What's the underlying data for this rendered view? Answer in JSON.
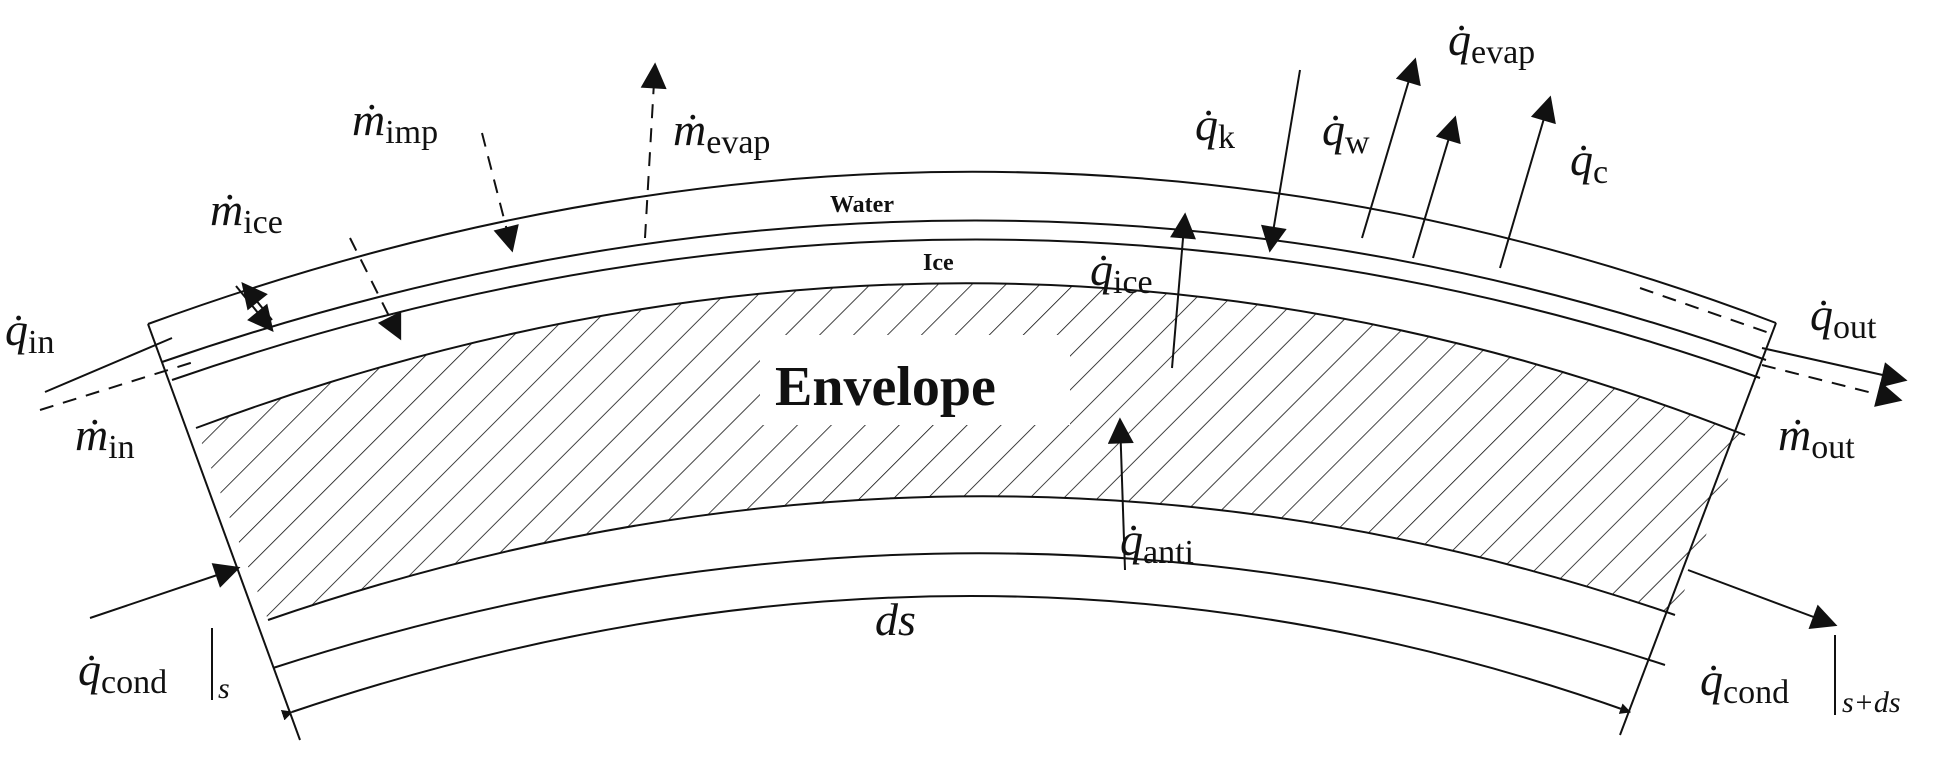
{
  "layers": {
    "water": "Water",
    "ice": "Ice",
    "envelope": "Envelope"
  },
  "dimension": {
    "label": "ds"
  },
  "fluxes": [
    {
      "id": "m-ice",
      "symbol": "ṁ",
      "sub": "ice"
    },
    {
      "id": "m-imp",
      "symbol": "ṁ",
      "sub": "imp"
    },
    {
      "id": "m-evap",
      "symbol": "ṁ",
      "sub": "evap"
    },
    {
      "id": "q-k",
      "symbol": "q̇",
      "sub": "k"
    },
    {
      "id": "q-w",
      "symbol": "q̇",
      "sub": "w"
    },
    {
      "id": "q-evap",
      "symbol": "q̇",
      "sub": "evap"
    },
    {
      "id": "q-c",
      "symbol": "q̇",
      "sub": "c"
    },
    {
      "id": "q-in",
      "symbol": "q̇",
      "sub": "in"
    },
    {
      "id": "m-in",
      "symbol": "ṁ",
      "sub": "in"
    },
    {
      "id": "q-ice",
      "symbol": "q̇",
      "sub": "ice"
    },
    {
      "id": "q-out",
      "symbol": "q̇",
      "sub": "out"
    },
    {
      "id": "m-out",
      "symbol": "ṁ",
      "sub": "out"
    },
    {
      "id": "q-anti",
      "symbol": "q̇",
      "sub": "anti"
    },
    {
      "id": "q-cond-s",
      "symbol": "q̇",
      "sub": "cond",
      "eval": "s"
    },
    {
      "id": "q-cond-sds",
      "symbol": "q̇",
      "sub": "cond",
      "eval": "s+ds"
    }
  ]
}
